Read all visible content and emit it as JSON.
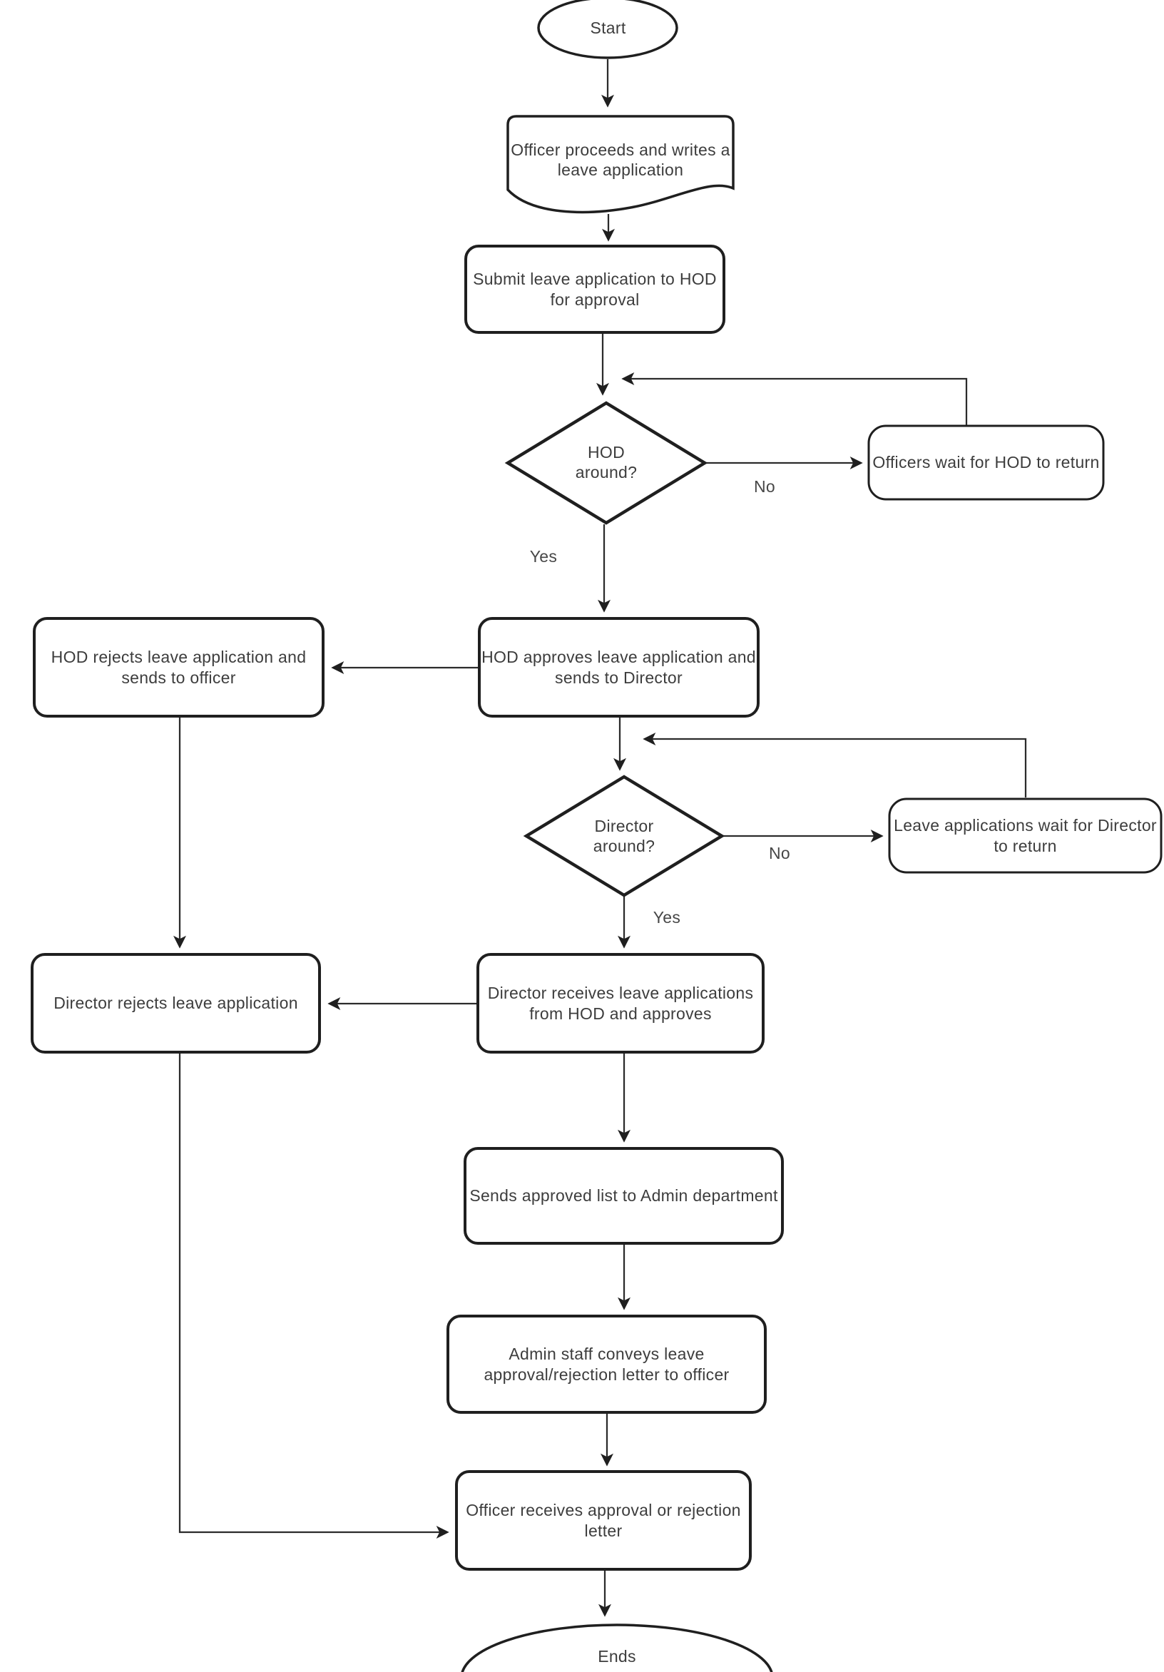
{
  "diagram": {
    "colors": {
      "shape_stroke": "#1f1f1f",
      "connector_stroke": "#2b2b2b",
      "text": "#3d3d3d",
      "background": "#ffffff"
    },
    "nodes": {
      "start": {
        "shape": "terminator",
        "label": "Start"
      },
      "write_application": {
        "shape": "document",
        "label": "Officer proceeds and writes a leave application"
      },
      "submit_application": {
        "shape": "process",
        "label": "Submit leave application to HOD for approval"
      },
      "hod_around": {
        "shape": "decision",
        "label": "HOD around?"
      },
      "officers_wait": {
        "shape": "process",
        "label": "Officers wait for HOD to return"
      },
      "hod_approves": {
        "shape": "process",
        "label": "HOD approves leave application and sends to Director"
      },
      "hod_rejects": {
        "shape": "process",
        "label": "HOD rejects leave application and sends to officer"
      },
      "director_around": {
        "shape": "decision",
        "label": "Director around?"
      },
      "applications_wait": {
        "shape": "process",
        "label": "Leave applications wait for Director to return"
      },
      "director_receives": {
        "shape": "process",
        "label": "Director receives leave applications from HOD and approves"
      },
      "director_rejects": {
        "shape": "process",
        "label": "Director rejects leave application"
      },
      "sends_approved_list": {
        "shape": "process",
        "label": "Sends approved list to Admin department"
      },
      "admin_conveys": {
        "shape": "process",
        "label": "Admin staff conveys leave approval/rejection letter to officer"
      },
      "officer_receives": {
        "shape": "process",
        "label": "Officer receives approval or rejection letter"
      },
      "ends": {
        "shape": "terminator",
        "label": "Ends"
      }
    },
    "edge_labels": {
      "hod_no": "No",
      "hod_yes": "Yes",
      "director_no": "No",
      "director_yes": "Yes"
    }
  }
}
